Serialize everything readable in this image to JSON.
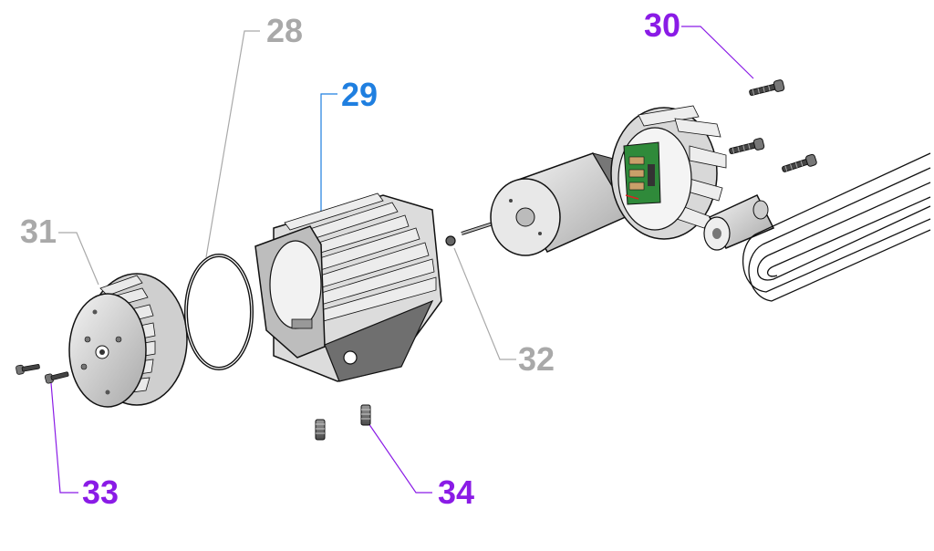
{
  "callouts": {
    "c28": {
      "text": "28",
      "color": "#a9a9a9"
    },
    "c29": {
      "text": "29",
      "color": "#1f7fe0"
    },
    "c30": {
      "text": "30",
      "color": "#8a1be6"
    },
    "c31": {
      "text": "31",
      "color": "#a9a9a9"
    },
    "c32": {
      "text": "32",
      "color": "#a9a9a9"
    },
    "c33": {
      "text": "33",
      "color": "#8a1be6"
    },
    "c34": {
      "text": "34",
      "color": "#8a1be6"
    }
  },
  "colors": {
    "part_fill": "#e6e6e6",
    "part_dark": "#8e8e8e",
    "outline": "#111111",
    "pcb": "#2f8a3a"
  }
}
